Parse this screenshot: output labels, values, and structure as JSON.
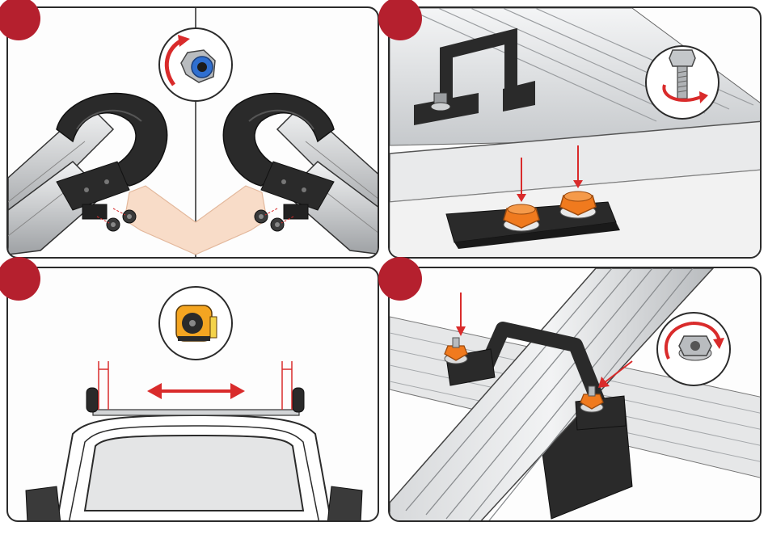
{
  "steps": [
    {
      "id": "step-1",
      "icon": "lock-nut-icon",
      "rotation": "counter-clockwise"
    },
    {
      "id": "step-2",
      "icon": "bolt-icon",
      "rotation": "clockwise"
    },
    {
      "id": "step-3",
      "icon": "tape-measure-icon"
    },
    {
      "id": "step-4",
      "icon": "flange-nut-icon",
      "rotation": "clockwise"
    }
  ],
  "colors": {
    "step_badge": "#b5202e",
    "arrow": "#d92b2b",
    "highlight_nut": "#f07a1e",
    "bracket": "#2a2a2a",
    "rail": "#d2d4d6",
    "outline": "#2b2b2b",
    "spacer": "#f8dcc8"
  }
}
